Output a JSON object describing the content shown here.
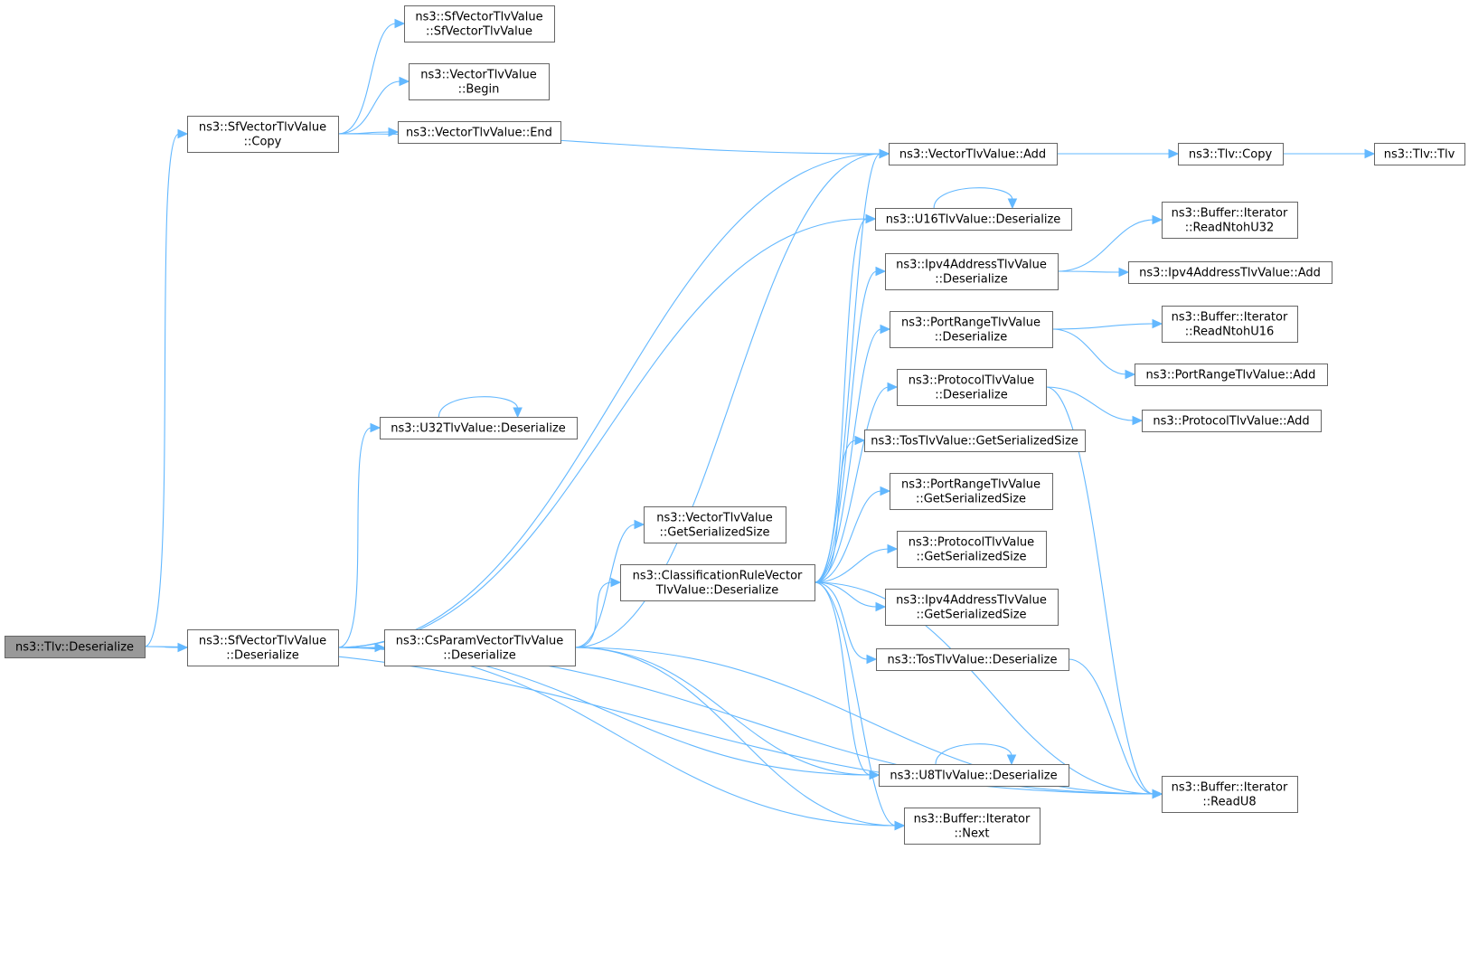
{
  "nodes": [
    {
      "id": "tlv_deserialize",
      "lines": [
        "ns3::Tlv::Deserialize"
      ]
    },
    {
      "id": "sfv_copy",
      "lines": [
        "ns3::SfVectorTlvValue",
        "::Copy"
      ]
    },
    {
      "id": "sfv_deserialize",
      "lines": [
        "ns3::SfVectorTlvValue",
        "::Deserialize"
      ]
    },
    {
      "id": "buf_readu8",
      "lines": [
        "ns3::Buffer::Iterator",
        "::ReadU8"
      ]
    },
    {
      "id": "sfv_ctor",
      "lines": [
        "ns3::SfVectorTlvValue",
        "::SfVectorTlvValue"
      ]
    },
    {
      "id": "vtv_begin",
      "lines": [
        "ns3::VectorTlvValue",
        "::Begin"
      ]
    },
    {
      "id": "vtv_end",
      "lines": [
        "ns3::VectorTlvValue::End"
      ]
    },
    {
      "id": "vtv_add",
      "lines": [
        "ns3::VectorTlvValue::Add"
      ]
    },
    {
      "id": "cs_deserialize",
      "lines": [
        "ns3::CsParamVectorTlvValue",
        "::Deserialize"
      ]
    },
    {
      "id": "buf_next",
      "lines": [
        "ns3::Buffer::Iterator",
        "::Next"
      ]
    },
    {
      "id": "u16_deserialize",
      "lines": [
        "ns3::U16TlvValue::Deserialize"
      ]
    },
    {
      "id": "u32_deserialize",
      "lines": [
        "ns3::U32TlvValue::Deserialize"
      ]
    },
    {
      "id": "u8_deserialize",
      "lines": [
        "ns3::U8TlvValue::Deserialize"
      ]
    },
    {
      "id": "tlv_copy",
      "lines": [
        "ns3::Tlv::Copy"
      ]
    },
    {
      "id": "tlv_ctor",
      "lines": [
        "ns3::Tlv::Tlv"
      ]
    },
    {
      "id": "crv_deserialize",
      "lines": [
        "ns3::ClassificationRuleVector",
        "TlvValue::Deserialize"
      ]
    },
    {
      "id": "vtv_getsize",
      "lines": [
        "ns3::VectorTlvValue",
        "::GetSerializedSize"
      ]
    },
    {
      "id": "ipv4_deserialize",
      "lines": [
        "ns3::Ipv4AddressTlvValue",
        "::Deserialize"
      ]
    },
    {
      "id": "ipv4_getsize",
      "lines": [
        "ns3::Ipv4AddressTlvValue",
        "::GetSerializedSize"
      ]
    },
    {
      "id": "pr_deserialize",
      "lines": [
        "ns3::PortRangeTlvValue",
        "::Deserialize"
      ]
    },
    {
      "id": "pr_getsize",
      "lines": [
        "ns3::PortRangeTlvValue",
        "::GetSerializedSize"
      ]
    },
    {
      "id": "proto_deserialize",
      "lines": [
        "ns3::ProtocolTlvValue",
        "::Deserialize"
      ]
    },
    {
      "id": "proto_getsize",
      "lines": [
        "ns3::ProtocolTlvValue",
        "::GetSerializedSize"
      ]
    },
    {
      "id": "tos_deserialize",
      "lines": [
        "ns3::TosTlvValue::Deserialize"
      ]
    },
    {
      "id": "tos_getsize",
      "lines": [
        "ns3::TosTlvValue::GetSerializedSize"
      ]
    },
    {
      "id": "buf_readntohu32",
      "lines": [
        "ns3::Buffer::Iterator",
        "::ReadNtohU32"
      ]
    },
    {
      "id": "ipv4_add",
      "lines": [
        "ns3::Ipv4AddressTlvValue::Add"
      ]
    },
    {
      "id": "buf_readntohu16",
      "lines": [
        "ns3::Buffer::Iterator",
        "::ReadNtohU16"
      ]
    },
    {
      "id": "pr_add",
      "lines": [
        "ns3::PortRangeTlvValue::Add"
      ]
    },
    {
      "id": "proto_add",
      "lines": [
        "ns3::ProtocolTlvValue::Add"
      ]
    }
  ],
  "edges": [
    [
      "tlv_deserialize",
      "sfv_copy"
    ],
    [
      "tlv_deserialize",
      "sfv_deserialize"
    ],
    [
      "tlv_deserialize",
      "buf_readu8"
    ],
    [
      "sfv_copy",
      "sfv_ctor"
    ],
    [
      "sfv_copy",
      "vtv_begin"
    ],
    [
      "sfv_copy",
      "vtv_end"
    ],
    [
      "sfv_copy",
      "vtv_add"
    ],
    [
      "sfv_deserialize",
      "vtv_add"
    ],
    [
      "sfv_deserialize",
      "cs_deserialize"
    ],
    [
      "sfv_deserialize",
      "buf_next"
    ],
    [
      "sfv_deserialize",
      "buf_readu8"
    ],
    [
      "sfv_deserialize",
      "u16_deserialize"
    ],
    [
      "sfv_deserialize",
      "u32_deserialize"
    ],
    [
      "sfv_deserialize",
      "u8_deserialize"
    ],
    [
      "vtv_add",
      "tlv_copy"
    ],
    [
      "tlv_copy",
      "tlv_ctor"
    ],
    [
      "cs_deserialize",
      "vtv_add"
    ],
    [
      "cs_deserialize",
      "crv_deserialize"
    ],
    [
      "cs_deserialize",
      "vtv_getsize"
    ],
    [
      "cs_deserialize",
      "buf_next"
    ],
    [
      "cs_deserialize",
      "buf_readu8"
    ],
    [
      "cs_deserialize",
      "u8_deserialize"
    ],
    [
      "u16_deserialize",
      "u16_deserialize"
    ],
    [
      "u32_deserialize",
      "u32_deserialize"
    ],
    [
      "u8_deserialize",
      "u8_deserialize"
    ],
    [
      "crv_deserialize",
      "vtv_add"
    ],
    [
      "crv_deserialize",
      "ipv4_deserialize"
    ],
    [
      "crv_deserialize",
      "ipv4_getsize"
    ],
    [
      "crv_deserialize",
      "pr_deserialize"
    ],
    [
      "crv_deserialize",
      "pr_getsize"
    ],
    [
      "crv_deserialize",
      "proto_deserialize"
    ],
    [
      "crv_deserialize",
      "proto_getsize"
    ],
    [
      "crv_deserialize",
      "tos_deserialize"
    ],
    [
      "crv_deserialize",
      "tos_getsize"
    ],
    [
      "crv_deserialize",
      "buf_next"
    ],
    [
      "crv_deserialize",
      "buf_readu8"
    ],
    [
      "crv_deserialize",
      "u16_deserialize"
    ],
    [
      "crv_deserialize",
      "u8_deserialize"
    ],
    [
      "ipv4_deserialize",
      "ipv4_add"
    ],
    [
      "ipv4_deserialize",
      "buf_readntohu32"
    ],
    [
      "pr_deserialize",
      "pr_add"
    ],
    [
      "pr_deserialize",
      "buf_readntohu16"
    ],
    [
      "proto_deserialize",
      "proto_add"
    ],
    [
      "proto_deserialize",
      "buf_readu8"
    ],
    [
      "tos_deserialize",
      "buf_readu8"
    ]
  ]
}
